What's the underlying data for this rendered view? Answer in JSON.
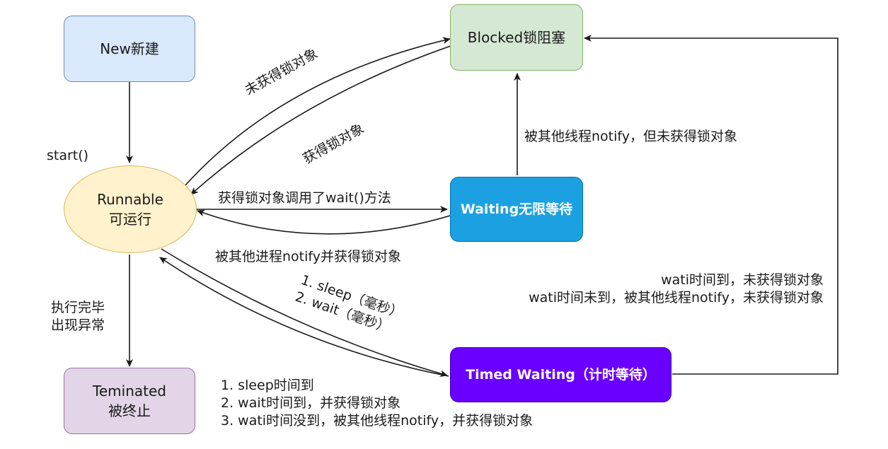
{
  "colors": {
    "new_fill": "#dae8fc",
    "new_stroke": "#6c8ebf",
    "blocked_fill": "#d5e8d4",
    "blocked_stroke": "#82b366",
    "runnable_fill": "#fff2cc",
    "runnable_stroke": "#d6b656",
    "waiting_fill": "#1ba1e2",
    "waiting_stroke": "#006eaf",
    "timed_fill": "#6a00ff",
    "timed_stroke": "#3700cc",
    "terminated_fill": "#e1d5e7",
    "terminated_stroke": "#9673a6",
    "edge": "#1a1a1a"
  },
  "nodes": {
    "new": {
      "label": "New新建"
    },
    "blocked": {
      "label": "Blocked锁阻塞"
    },
    "runnable": {
      "line1": "Runnable",
      "line2": "可运行"
    },
    "waiting": {
      "label": "Waiting无限等待"
    },
    "timed_waiting": {
      "label": "Timed Waiting（计时等待）"
    },
    "terminated": {
      "line1": "Teminated",
      "line2": "被终止"
    }
  },
  "edge_labels": {
    "start": "start()",
    "not_get_lock": "未获得锁对象",
    "get_lock": "获得锁对象",
    "notify_but_no_lock": "被其他线程notify，但未获得锁对象",
    "get_lock_call_wait": "获得锁对象调用了wait()方法",
    "notify_and_get_lock": "被其他进程notify并获得锁对象",
    "finish_line1": "执行完毕",
    "finish_line2": "出现异常",
    "timed_to_blocked_line1": "wati时间到，未获得锁对象",
    "timed_to_blocked_line2": "wati时间未到，被其他线程notify，未获得锁对象",
    "to_timed_line1": "1. sleep（毫秒）",
    "to_timed_line2": "2. wait（毫秒）",
    "timed_back_line1": "1. sleep时间到",
    "timed_back_line2": "2. wait时间到，并获得锁对象",
    "timed_back_line3": "3. wati时间没到，被其他线程notify，并获得锁对象"
  }
}
